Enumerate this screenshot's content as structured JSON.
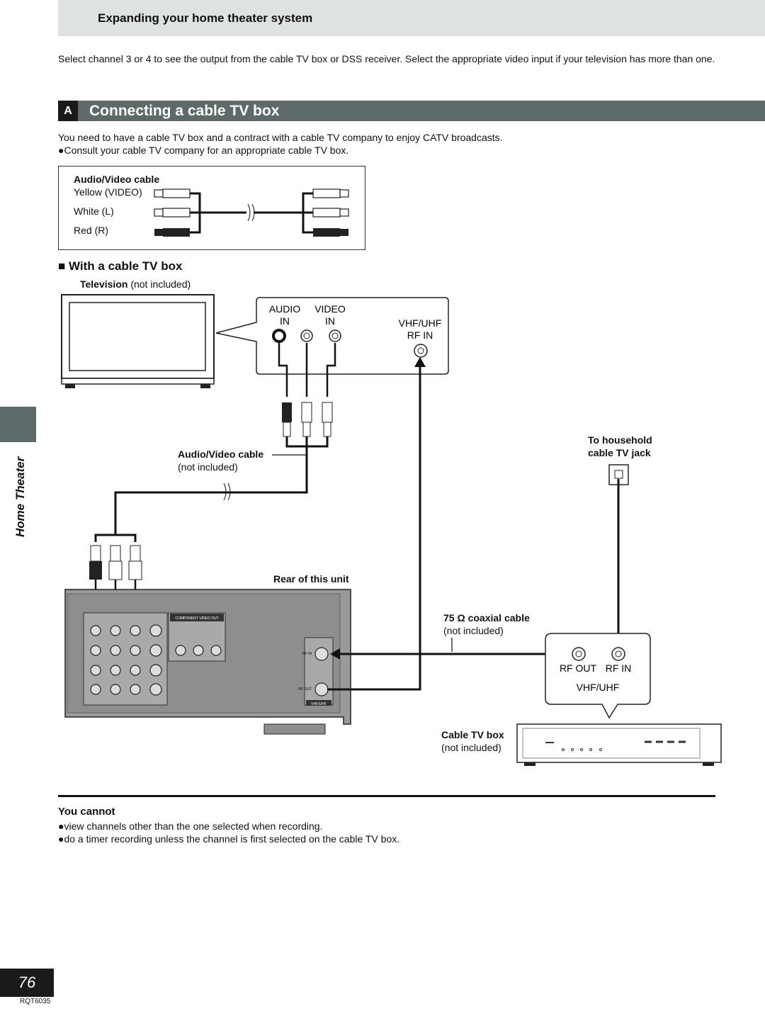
{
  "header": {
    "title": "Expanding your home theater system"
  },
  "intro": {
    "text": "Select channel 3 or 4 to see the output from the cable TV box or DSS receiver. Select the appropriate video input if your television has more than one."
  },
  "section": {
    "letter": "A",
    "title": "Connecting a cable TV box"
  },
  "section_text": {
    "line1": "You need to have a cable TV box and a contract with a cable TV company to enjoy CATV broadcasts.",
    "line2": "●Consult your cable TV company for an appropriate cable TV box."
  },
  "cable_legend": {
    "title": "Audio/Video cable",
    "yellow": "Yellow (VIDEO)",
    "white": "White (L)",
    "red": "Red (R)"
  },
  "subsection": {
    "marker": "■",
    "title": "With a cable TV box"
  },
  "diagram": {
    "tv_label_bold": "Television",
    "tv_label_rest": " (not included)",
    "tv_audio_in": "AUDIO",
    "tv_audio_in2": "IN",
    "tv_video_in": "VIDEO",
    "tv_video_in2": "IN",
    "tv_vhf": "VHF/UHF",
    "tv_rfin": "RF IN",
    "av_cable": "Audio/Video cable",
    "av_cable_note": "(not included)",
    "household1": "To household",
    "household2": "cable TV jack",
    "rear_label": "Rear of this unit",
    "coax_label": "75 Ω coaxial cable",
    "coax_note": "(not included)",
    "box_rfout": "RF OUT",
    "box_rfin": "RF IN",
    "box_vhf": "VHF/UHF",
    "cablebox_label": "Cable TV box",
    "cablebox_note": "(not included)",
    "rear_component": "COMPONENT VIDEO OUT",
    "rear_vhfuhf": "VHF/UHF",
    "rear_rfin": "RF IN",
    "rear_rfout": "RF OUT"
  },
  "side_tab": {
    "text": "Home Theater"
  },
  "you_cannot": {
    "title": "You cannot",
    "item1": "●view channels other than the one selected when recording.",
    "item2": "●do a timer recording unless the channel is first selected on the cable TV box."
  },
  "footer": {
    "page": "76",
    "code": "RQT6035"
  }
}
